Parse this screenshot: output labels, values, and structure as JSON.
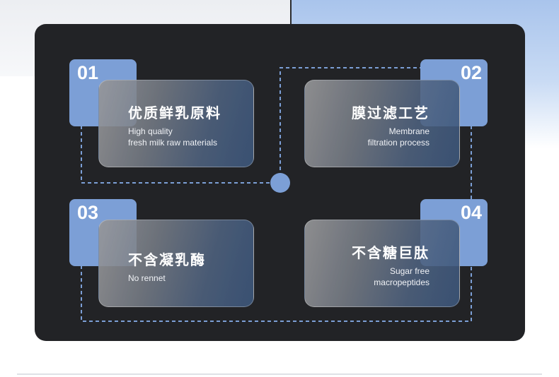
{
  "features": [
    {
      "number": "01",
      "title": "优质鲜乳原料",
      "sub_line1": "High quality",
      "sub_line2": "fresh milk raw materials"
    },
    {
      "number": "02",
      "title": "膜过滤工艺",
      "sub_line1": "Membrane",
      "sub_line2": "filtration process"
    },
    {
      "number": "03",
      "title": "不含凝乳酶",
      "sub_line1": "No rennet",
      "sub_line2": ""
    },
    {
      "number": "04",
      "title": "不含糖巨肽",
      "sub_line1": "Sugar free",
      "sub_line2": "macropeptides"
    }
  ],
  "colors": {
    "panel": "#222326",
    "accent": "#7c9fd6",
    "dashed_line": "#7c9fd6",
    "text": "#ffffff"
  }
}
